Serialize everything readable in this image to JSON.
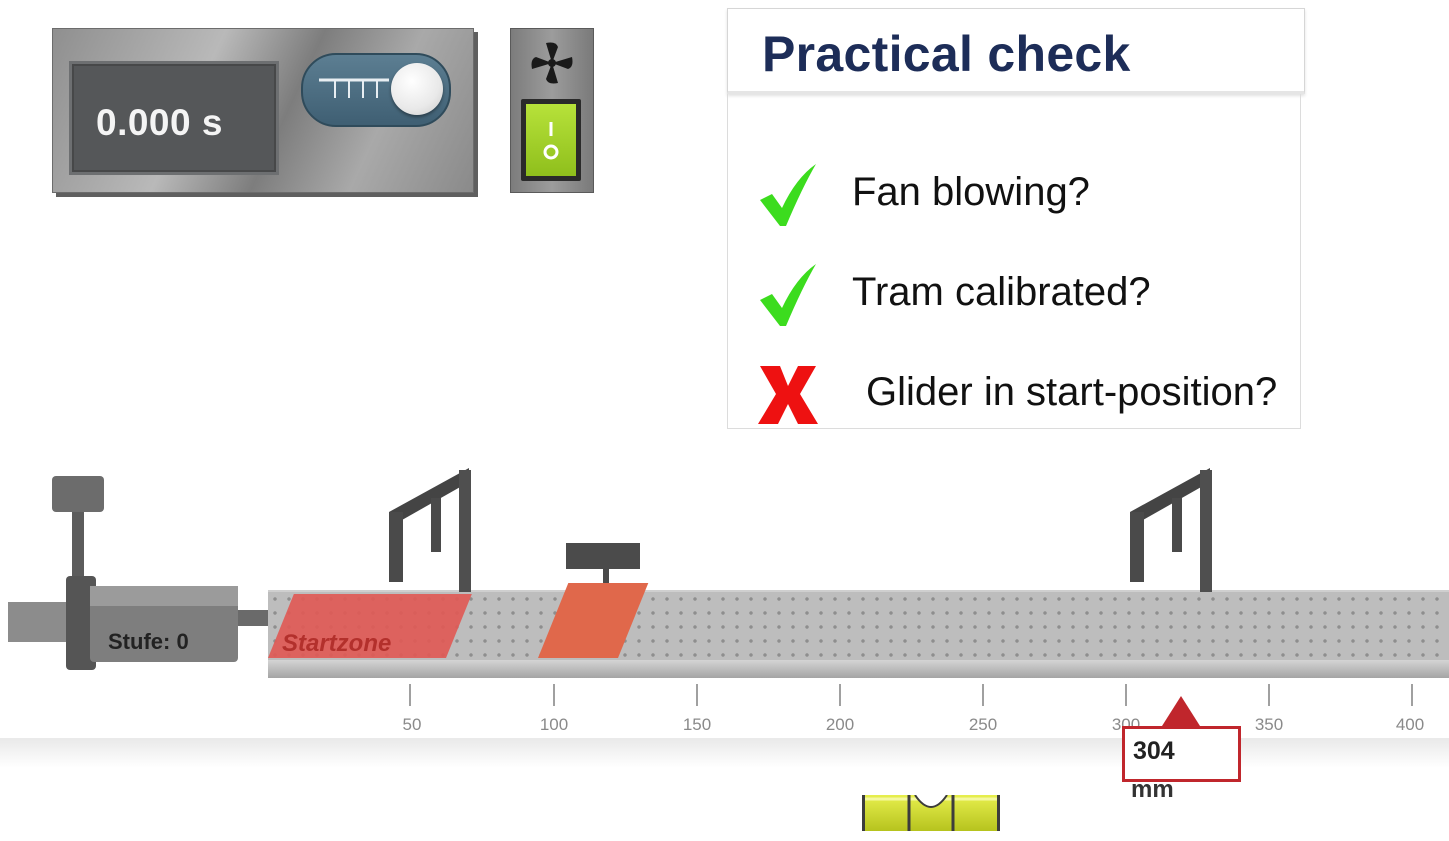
{
  "timer": {
    "display_value": "0.000 s"
  },
  "fan": {
    "switch_state": "on"
  },
  "check_panel": {
    "title": "Practical check",
    "items": [
      {
        "label": "Fan blowing?",
        "status": "ok"
      },
      {
        "label": "Tram calibrated?",
        "status": "ok"
      },
      {
        "label": "Glider in start-position?",
        "status": "fail"
      }
    ]
  },
  "blower": {
    "level_label": "Stufe: 0"
  },
  "track": {
    "startzone_label": "Startzone",
    "scale_labels": [
      "50",
      "100",
      "150",
      "200",
      "250",
      "300",
      "350",
      "400"
    ]
  },
  "position_readout": {
    "value": "304",
    "unit": "mm"
  },
  "colors": {
    "ok": "#3cdc1e",
    "fail": "#ee1111",
    "title": "#1d2d58",
    "marker": "#c0262c"
  }
}
